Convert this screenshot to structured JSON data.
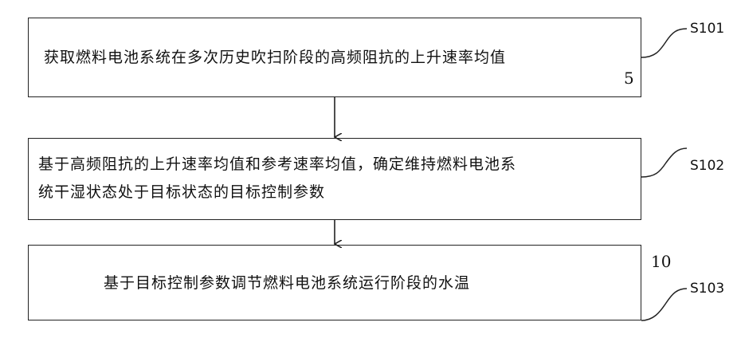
{
  "steps": [
    {
      "id": "S101",
      "text_lines": [
        "获取燃料电池系统在多次历史吹扫阶段的高频阻抗的上升速率均值"
      ]
    },
    {
      "id": "S102",
      "text_lines": [
        "基于高频阻抗的上升速率均值和参考速率均值，确定维持燃料电池系",
        "统干湿状态处于目标状态的目标控制参数"
      ]
    },
    {
      "id": "S103",
      "text_lines": [
        "基于目标控制参数调节燃料电池系统运行阶段的水温"
      ]
    }
  ],
  "page_markers": [
    "5",
    "10"
  ]
}
